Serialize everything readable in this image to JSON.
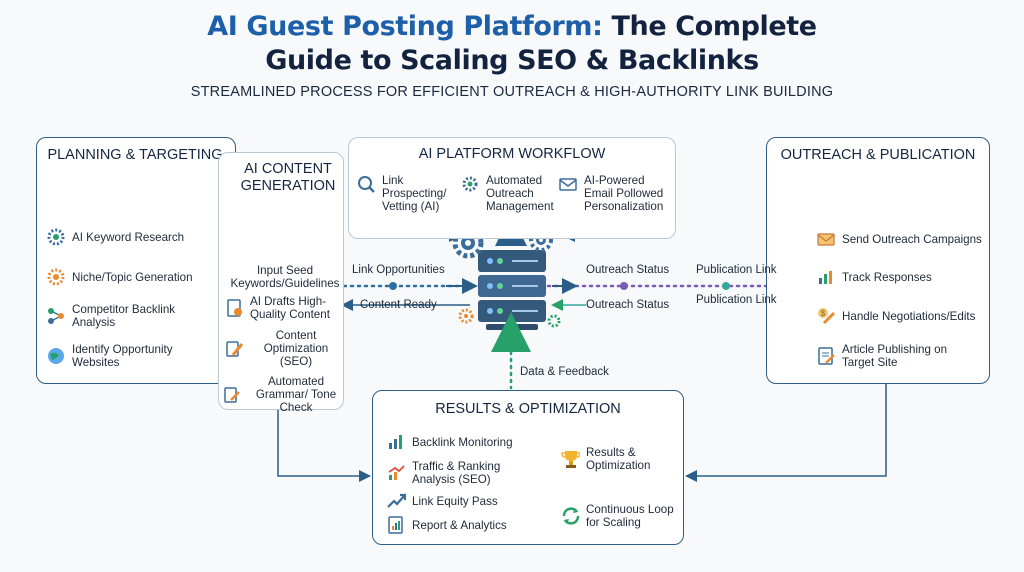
{
  "header": {
    "title_part1": "AI Guest Posting Platform:",
    "title_part2": " The Complete",
    "title_line2": "Guide to Scaling SEO & Backlinks",
    "subtitle": "STREAMLINED PROCESS FOR EFFICIENT OUTREACH & HIGH-AUTHORITY LINK BUILDING"
  },
  "planning": {
    "title": "PLANNING & TARGETING",
    "items": [
      {
        "label": "AI Keyword Research",
        "icon": "magnifier-gear-icon"
      },
      {
        "label": "Niche/Topic Generation",
        "icon": "gear-icon"
      },
      {
        "label": "Competitor Backlink Analysis",
        "icon": "network-nodes-icon"
      },
      {
        "label": "Identify Opportunity Websites",
        "icon": "globe-icon"
      }
    ]
  },
  "content": {
    "title": "AI CONTENT GENERATION",
    "items": [
      {
        "label": "Input Seed Keywords/Guidelines",
        "icon": "robot-icon"
      },
      {
        "label": "AI Drafts High-Quality Content",
        "icon": "document-ai-icon"
      },
      {
        "label": "Content Optimization (SEO)",
        "icon": "pencil-document-icon"
      },
      {
        "label": "Automated Grammar/ Tone Check",
        "icon": "edit-document-icon"
      }
    ]
  },
  "workflow": {
    "title": "AI PLATFORM WORKFLOW",
    "items": [
      {
        "label": "Link Prospecting/ Vetting (AI)",
        "icon": "link-prospect-icon"
      },
      {
        "label": "Automated Outreach Management",
        "icon": "gear-people-icon"
      },
      {
        "label": "AI-Powered Email Pollowed Personalization",
        "icon": "email-ai-icon"
      }
    ]
  },
  "outreach": {
    "title": "OUTREACH & PUBLICATION",
    "items": [
      {
        "label": "Send Outreach Campaigns",
        "icon": "envelope-icon"
      },
      {
        "label": "Track Responses",
        "icon": "chart-people-icon"
      },
      {
        "label": "Handle Negotiations/Edits",
        "icon": "dollar-pencil-icon"
      },
      {
        "label": "Article Publishing on Target Site",
        "icon": "article-icon"
      }
    ]
  },
  "results": {
    "title": "RESULTS & OPTIMIZATION",
    "items": [
      {
        "label": "Backlink Monitoring",
        "icon": "bar-chart-icon"
      },
      {
        "label": "Traffic & Ranking Analysis (SEO)",
        "icon": "trend-chart-icon"
      },
      {
        "label": "Link Equity Pass",
        "icon": "trend-arrow-icon"
      },
      {
        "label": "Report & Analytics",
        "icon": "report-icon"
      },
      {
        "label": "Results & Optimization",
        "icon": "trophy-icon"
      },
      {
        "label": "Continuous Loop for Scaling",
        "icon": "loop-icon"
      }
    ]
  },
  "flows": {
    "link_opportunities": "Link Opportunities",
    "content_ready": "Content Ready",
    "outreach_status_top": "Outreach Status",
    "outreach_status_bottom": "Outreach Status",
    "publication_link_top": "Publication Link",
    "publication_link_bottom": "Publication Link",
    "data_feedback": "Data & Feedback"
  },
  "colors": {
    "title_blue": "#1d5fa8",
    "title_dark": "#13233f",
    "box_border": "#2f5f86",
    "arrow_blue": "#2a5d87",
    "dot_purple": "#7b5ab5",
    "dot_teal": "#35a89c",
    "green": "#28a06a",
    "orange": "#e98a2c"
  }
}
